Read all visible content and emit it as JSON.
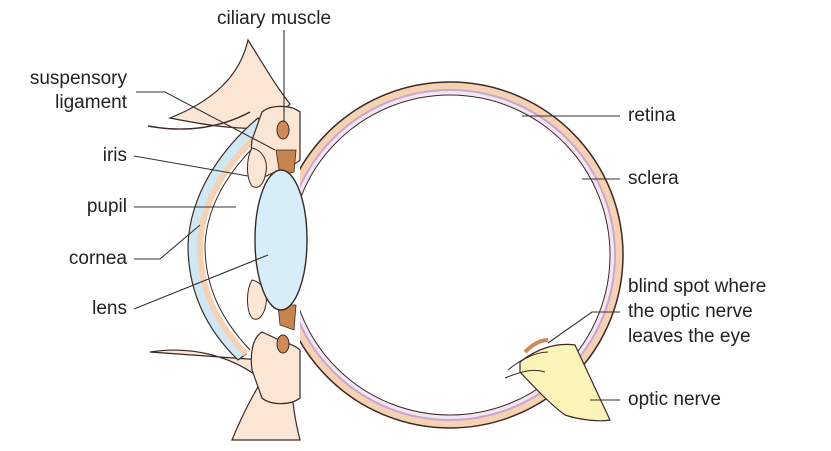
{
  "labels": {
    "ciliary_muscle": "ciliary muscle",
    "suspensory_ligament_1": "suspensory",
    "suspensory_ligament_2": "ligament",
    "iris": "iris",
    "pupil": "pupil",
    "cornea": "cornea",
    "lens": "lens",
    "retina": "retina",
    "sclera": "sclera",
    "blind_spot_1": "blind spot where",
    "blind_spot_2": "the optic nerve",
    "blind_spot_3": "leaves the eye",
    "optic_nerve": "optic nerve"
  },
  "colors": {
    "sclera": "#f6d2b3",
    "tissue": "#fbe6d6",
    "retina_line": "#c9a6cf",
    "cornea": "#cfe8f4",
    "lens": "#d7eef8",
    "muscle": "#d08a55",
    "optic_nerve": "#fbf3b8",
    "leader": "#333333",
    "outline": "#3a2a25"
  }
}
